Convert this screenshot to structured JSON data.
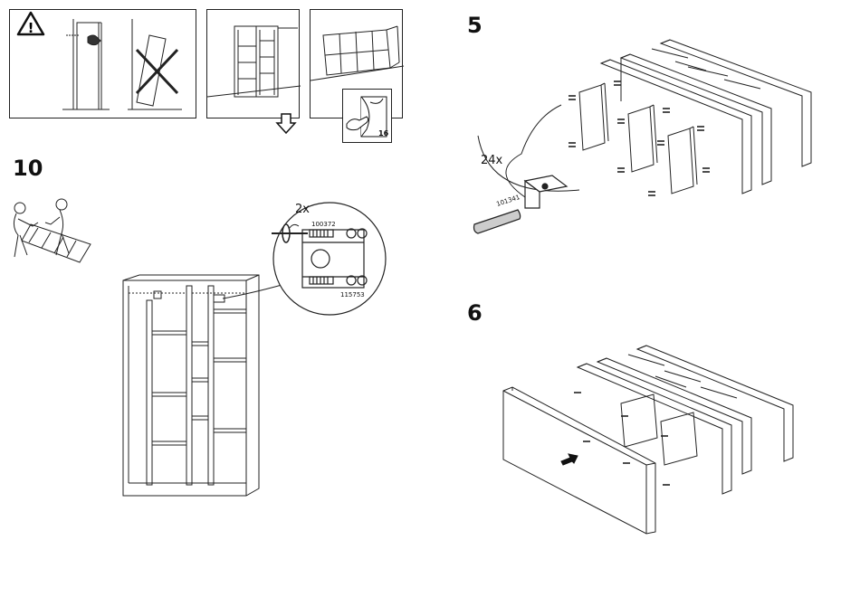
{
  "steps": {
    "step_10": "10",
    "step_5": "5",
    "step_6": "6"
  },
  "warning_panel": {
    "icon": "warning-triangle-icon"
  },
  "flip_panel": {
    "page_ref": "16"
  },
  "step_10_detail": {
    "quantity": "2x",
    "part_a": "100372",
    "part_b": "115753"
  },
  "step_5_detail": {
    "quantity": "24x",
    "part": "101341"
  }
}
